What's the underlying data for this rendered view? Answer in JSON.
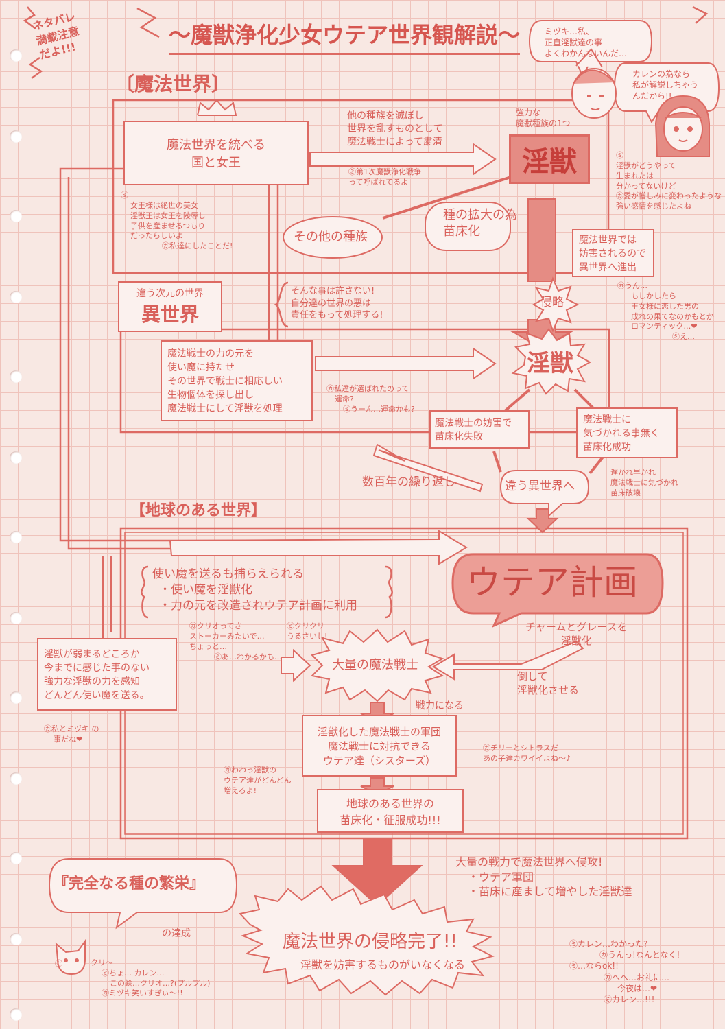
{
  "header": {
    "warning": [
      "ネタバレ",
      "満載注意",
      "だよ!!!"
    ],
    "title": "～魔獣浄化少女ウテア世界観解説～"
  },
  "chars": {
    "mizuki_lines": [
      "ミヅキ…私、",
      "正直淫獣達の事",
      "よくわかんないんだ…"
    ],
    "karen_lines": [
      "カレンの為なら",
      "私が解説しちゃう",
      "んだから!!"
    ]
  },
  "magic_world": {
    "label": "〔魔法世界〕",
    "queen_lines": [
      "魔法世界を統べる",
      "国と女王"
    ],
    "purge_lines": [
      "他の種族を滅ぼし",
      "世界を乱すものとして",
      "魔法戦士によって粛清"
    ],
    "war_note_lines": [
      "㋯第1次魔獣浄化戦争",
      "って呼ばれてるよ"
    ],
    "strong_tag_lines": [
      "強力な",
      "魔獣種族の1つ"
    ],
    "beast": "淫獣",
    "queen_note_lines": [
      "㋯",
      "女王様は絶世の美女",
      "淫獣王は女王を陵辱し",
      "子供を産ませるつもり",
      "だったらしいよ",
      "㋕私達にしたことだ!"
    ],
    "other_species": "その他の種族",
    "spread_lines": [
      "種の拡大の為",
      "苗床化"
    ],
    "origin_note_lines": [
      "㋯",
      "淫獣がどうやって",
      "生まれたは",
      "分かってないけど",
      "㋕愛が憎しみに変わったような",
      "強い感情を感じたよね"
    ],
    "hindered_lines": [
      "魔法世界では",
      "妨害されるので",
      "異世界へ進出"
    ],
    "romance_note_lines": [
      "㋕うん…",
      "もしかしたら",
      "王女様に恋した男の",
      "成れの果てなのかもとか",
      "ロマンティック…❤",
      "㋯え…"
    ]
  },
  "other_world": {
    "label_small": "違う次元の世界",
    "label_big": "異世界",
    "refuse_lines": [
      "そんな事は許さない!",
      "自分達の世界の悪は",
      "責任をもって処理する!"
    ],
    "invade": "侵略",
    "beast": "淫獣",
    "warrior_lines": [
      "魔法戦士の力の元を",
      "使い魔に持たせ",
      "その世界で戦士に相応しい",
      "生物個体を探し出し",
      "魔法戦士にして淫獣を処理"
    ],
    "fate_note_lines": [
      "㋕私達が選ばれたのって",
      "運命?",
      "㋯うーん…運命かも?"
    ],
    "fail_lines": [
      "魔法戦士の妨害で",
      "苗床化失敗"
    ],
    "success_lines": [
      "魔法戦士に",
      "気づかれる事無く",
      "苗床化成功"
    ],
    "repeat": "数百年の繰り返し",
    "next_world": "違う異世界へ",
    "sooner_lines": [
      "遅かれ早かれ",
      "魔法戦士に気づかれ",
      "苗床破壊"
    ]
  },
  "earth_world": {
    "label": "【地球のある世界】",
    "familiar_lines": [
      "使い魔を送るも捕らえられる",
      "・使い魔を淫獣化",
      "・力の元を改造されウテア計画に利用"
    ],
    "plan": "ウテア計画",
    "stalker_lines": [
      "㋕クリオってさ",
      "ストーカーみたいで…",
      "ちょっと…",
      "㋯あ…わかるかも…"
    ],
    "kuri_lines": [
      "㋯クリクリ",
      "うるさいし!"
    ],
    "charm_lines": [
      "チャームとグレースを",
      "淫獣化"
    ],
    "left_lines": [
      "淫獣が弱まるどころか",
      "今までに感じた事のない",
      "強力な淫獣の力を感知",
      "どんどん使い魔を送る。"
    ],
    "many": "大量の魔法戦士",
    "defeat_lines": [
      "倒して",
      "淫獣化させる"
    ],
    "force": "戦力になる",
    "army_lines": [
      "淫獣化した魔法戦士の軍団",
      "魔法戦士に対抗できる",
      "ウテア達（シスターズ）"
    ],
    "me_note_lines": [
      "㋕私とミヅキ の",
      "事だね❤"
    ],
    "wow_note_lines": [
      "㋕わわっ淫獣の",
      "ウテア達がどんどん",
      "増えるよ!"
    ],
    "cherry_note_lines": [
      "㋕チリーとシトラスだ",
      "あの子達カワイイよね～♪"
    ],
    "conquer_lines": [
      "地球のある世界の",
      "苗床化・征服成功!!!"
    ]
  },
  "finale": {
    "invade_lines": [
      "大量の戦力で魔法世界へ侵攻!",
      "・ウテア軍団",
      "・苗床に産まして増やした淫獣達"
    ],
    "perfect": "『完全なる種の繁栄』",
    "achieve": "の達成",
    "complete": "魔法世界の侵略完了!!",
    "nothing": "淫獣を妨害するものがいなくなる",
    "cat_note_lines": [
      "㋕",
      "クリ～",
      "㋯ちょ… カレン…",
      "この絵…クリオ…?(プルプル)",
      "㋕ミヅキ笑いすぎぃ～!!"
    ],
    "end_note_lines": [
      "㋯カレン…わかった?",
      "㋕うんっ!なんとなく!",
      "㋯…ならok!!",
      "㋕へへ…お礼に…",
      "今夜は…❤",
      "㋯カレン…!!!"
    ]
  }
}
